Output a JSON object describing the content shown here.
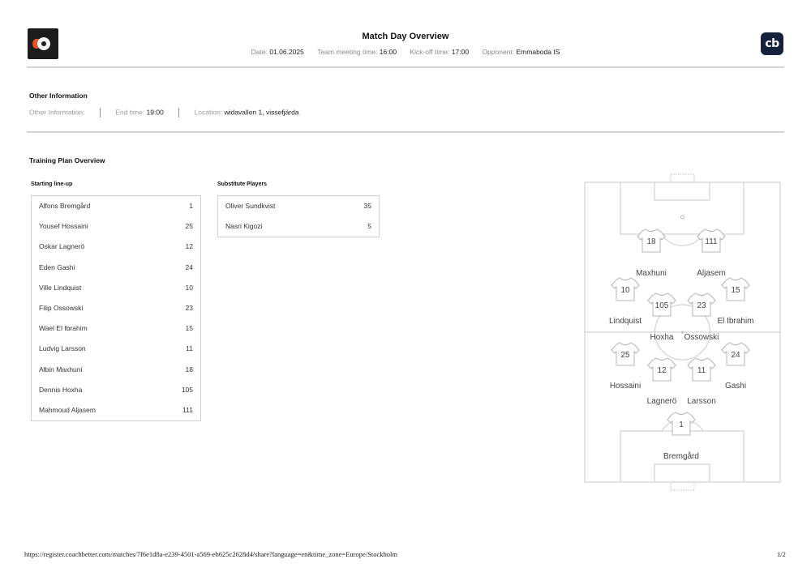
{
  "header": {
    "title": "Match Day Overview",
    "meta": [
      {
        "label": "Date:",
        "value": "01.06.2025"
      },
      {
        "label": "Team meeting time:",
        "value": "16:00"
      },
      {
        "label": "Kick-off time:",
        "value": "17:00"
      },
      {
        "label": "Opponent:",
        "value": "Emmaboda IS"
      }
    ],
    "brand_logo_text": "cb"
  },
  "other_info": {
    "heading": "Other Information",
    "label": "Other Information:",
    "value": "",
    "end_time_label": "End time:",
    "end_time": "19:00",
    "location_label": "Location:",
    "location": "widavallen 1, vissefjärda"
  },
  "training": {
    "heading": "Training Plan Overview",
    "starting_heading": "Starting line-up",
    "substitutes_heading": "Substitute Players",
    "starting": [
      {
        "name": "Alfons Bremgård",
        "number": "1"
      },
      {
        "name": "Yousef Hossaini",
        "number": "25"
      },
      {
        "name": "Oskar Lagnerö",
        "number": "12"
      },
      {
        "name": "Eden Gashi",
        "number": "24"
      },
      {
        "name": "Ville Lindquist",
        "number": "10"
      },
      {
        "name": "Filip Ossowski",
        "number": "23"
      },
      {
        "name": "Wael El Ibrahim",
        "number": "15"
      },
      {
        "name": "Ludvig Larsson",
        "number": "11"
      },
      {
        "name": "Albin Maxhuni",
        "number": "18"
      },
      {
        "name": "Dennis Hoxha",
        "number": "105"
      },
      {
        "name": "Mahmoud Aljasem",
        "number": "111"
      }
    ],
    "substitutes": [
      {
        "name": "Oliver Sundkvist",
        "number": "35"
      },
      {
        "name": "Nasri Kigozi",
        "number": "5"
      }
    ]
  },
  "pitch": {
    "players": [
      {
        "name": "Maxhuni",
        "number": "18"
      },
      {
        "name": "Aljasem",
        "number": "111"
      },
      {
        "name": "Lindquist",
        "number": "10"
      },
      {
        "name": "El Ibrahim",
        "number": "15"
      },
      {
        "name": "Hoxha",
        "number": "105"
      },
      {
        "name": "Ossowski",
        "number": "23"
      },
      {
        "name": "Hossaini",
        "number": "25"
      },
      {
        "name": "Gashi",
        "number": "24"
      },
      {
        "name": "Lagnerö",
        "number": "12"
      },
      {
        "name": "Larsson",
        "number": "11"
      },
      {
        "name": "Bremgård",
        "number": "1"
      }
    ]
  },
  "footer": {
    "url": "https://register.coachbetter.com/matches/7f6e1d8a-e239-4501-a569-eb625c2628d4/share?language=en&time_zone=Europe/Stockholm",
    "page": "1/2"
  }
}
